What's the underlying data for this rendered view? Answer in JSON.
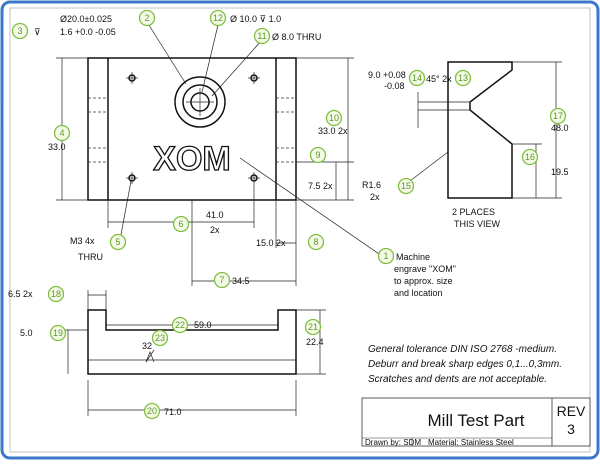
{
  "colors": {
    "frame": "#3a78c9",
    "bubble_stroke": "#7fbf3f",
    "bubble_text": "#5c9a28",
    "line": "#111111"
  },
  "callouts": [
    {
      "n": "1"
    },
    {
      "n": "2"
    },
    {
      "n": "3"
    },
    {
      "n": "4"
    },
    {
      "n": "5"
    },
    {
      "n": "6"
    },
    {
      "n": "7"
    },
    {
      "n": "8"
    },
    {
      "n": "9"
    },
    {
      "n": "10"
    },
    {
      "n": "11"
    },
    {
      "n": "12"
    },
    {
      "n": "13"
    },
    {
      "n": "14"
    },
    {
      "n": "15"
    },
    {
      "n": "16"
    },
    {
      "n": "17"
    },
    {
      "n": "18"
    },
    {
      "n": "19"
    },
    {
      "n": "21"
    },
    {
      "n": "22"
    },
    {
      "n": "23"
    },
    {
      "n": "20"
    }
  ],
  "dims": {
    "bore_dia": "Ø20.0±0.025",
    "bore_tol": "1.6 +0.0 -0.05",
    "cbore": "Ø 10.0 ⊽ 1.0",
    "thru_hole": "Ø 8.0 THRU",
    "height_33": "33.0",
    "ref_33_2x": "33.0  2x",
    "dim_7_5": "7.5  2x",
    "dim_41": "41.0",
    "dim_41_2x": "2x",
    "dim_15": "15.0  2x",
    "dim_34_5": "34.5",
    "m3_label": "M3  4x",
    "m3_thru": "THRU",
    "engrave_text": "XOM",
    "groove_width": "9.0 +0.08",
    "groove_tol": "-0.08",
    "angle": "45° 2x",
    "r1_6": "R1.6",
    "r1_6_2x": "2x",
    "height_48": "48.0",
    "height_19_5": "19.5",
    "places": "2 PLACES",
    "this_view": "THIS VIEW",
    "dim_6_5": "6.5  2x",
    "dim_5": "5.0",
    "dim_59": "59.0",
    "dim_22_4": "22.4",
    "surface": "32",
    "dim_71": "71.0"
  },
  "notes": {
    "engrave_1": "Machine",
    "engrave_2": "engrave \"XOM\"",
    "engrave_3": "to approx. size",
    "engrave_4": "and location",
    "general_1": "General tolerance DIN ISO 2768 -medium.",
    "general_2": "Deburr and break sharp edges 0,1...0,3mm.",
    "general_3": "Scratches and dents are not acceptable."
  },
  "title_block": {
    "title": "Mill Test Part",
    "rev_label": "REV",
    "rev_value": "3",
    "drawn_by": "Drawn by: SDM",
    "material": "Material: Stainless Steel"
  }
}
